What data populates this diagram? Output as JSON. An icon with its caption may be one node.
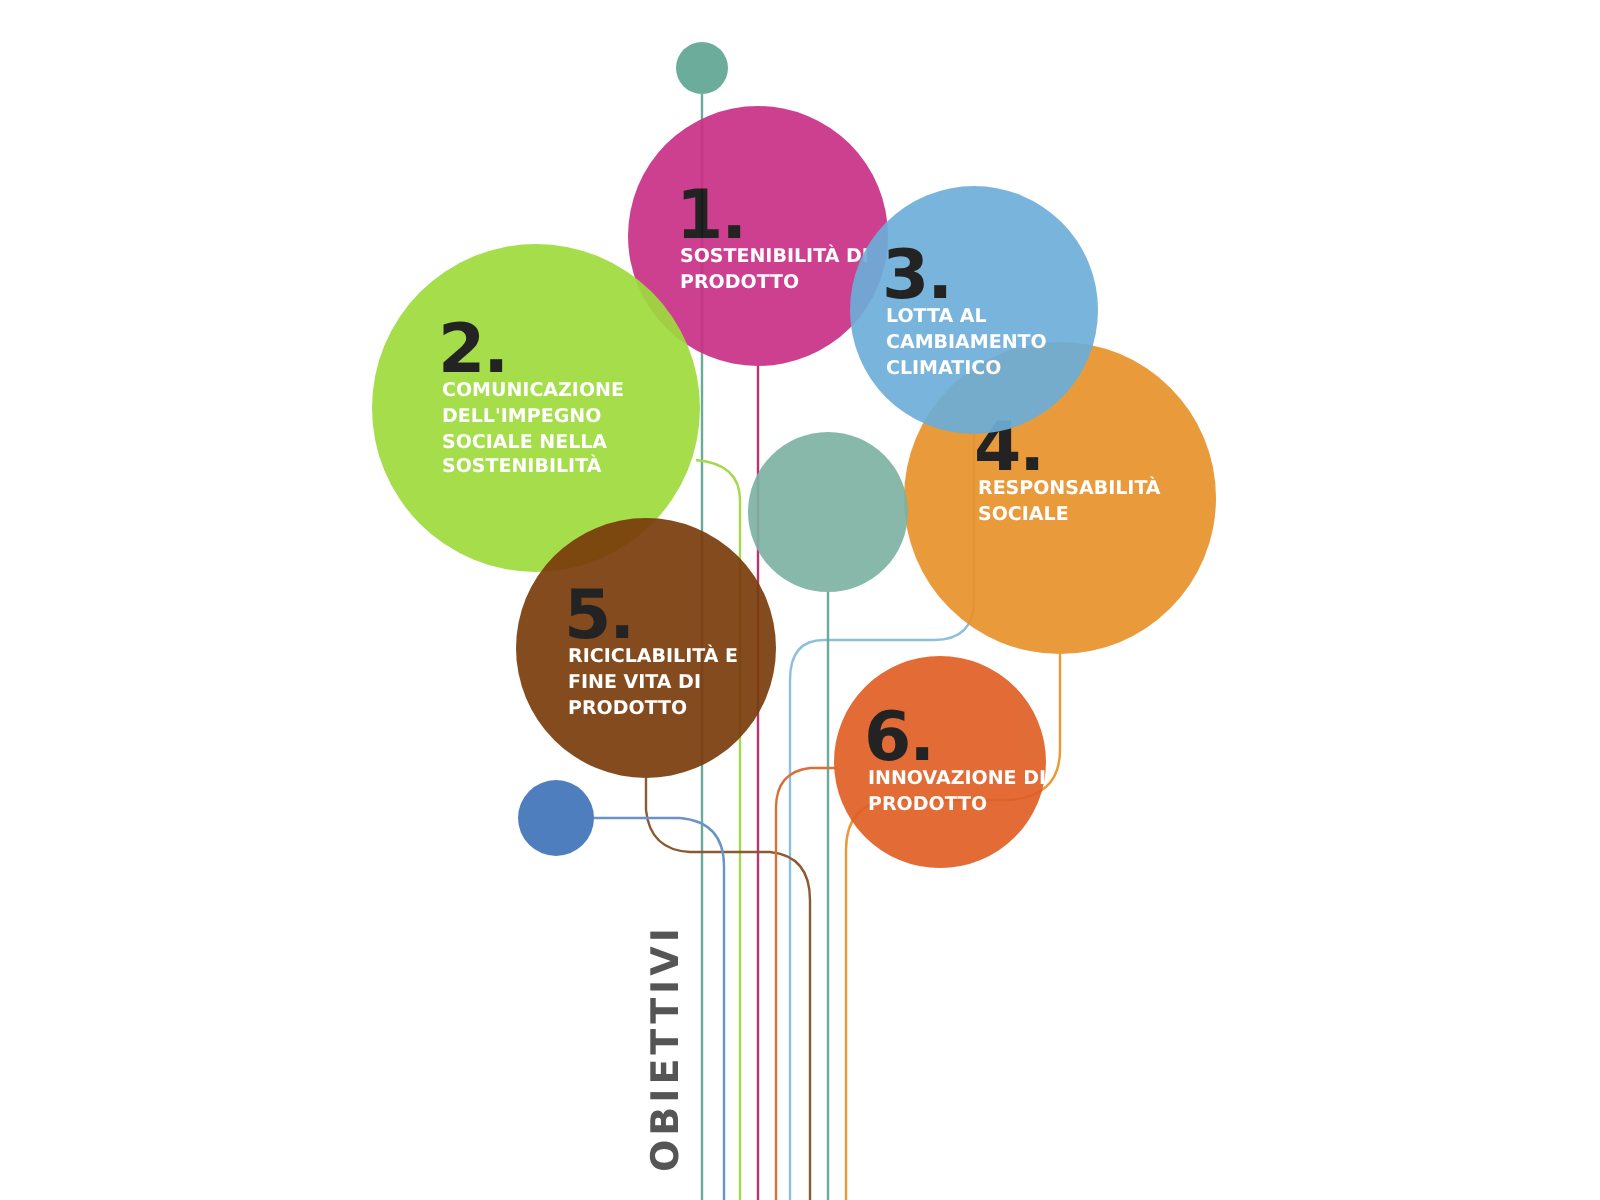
{
  "diagram": {
    "nodes": [
      {
        "text": [],
        "shape": "circle"
      },
      {
        "text": [
          "1.",
          "SOSTENIBILITÀ DI PRODOTTO"
        ]
      },
      {
        "text": [
          "2.",
          "COMUNICAZIONE DELL'IMPEGNO SOCIALE NELLA SOSTENIBILITÀ"
        ]
      },
      {
        "text": [
          "3.",
          "LOTTA AL CAMBIAMENTO CLIMATICO"
        ]
      },
      {
        "text": [],
        "shape": "circle"
      },
      {
        "text": [
          "4.",
          "RESPONSABILITÀ SOCIALE"
        ]
      },
      {
        "text": [
          "5.",
          "RICICLABILITÀ E FINE VITA DI PRODOTTO"
        ]
      },
      {
        "text": [],
        "shape": "circle"
      },
      {
        "text": [
          "6.",
          "INNOVAZIONE DI PRODOTTO"
        ]
      }
    ],
    "edges": [
      {
        "from": 0,
        "to": null,
        "arrow": "none",
        "color": "#6aaa9a"
      },
      {
        "from": 1,
        "to": null,
        "arrow": "none",
        "color": "#b8356f"
      },
      {
        "from": 2,
        "to": null,
        "arrow": "none",
        "color": "#a3d94a"
      },
      {
        "from": 3,
        "to": null,
        "arrow": "none",
        "color": "#8cc0dd"
      },
      {
        "from": 4,
        "to": null,
        "arrow": "none",
        "color": "#6aaa9a"
      },
      {
        "from": 5,
        "to": null,
        "arrow": "none",
        "color": "#e99a35"
      },
      {
        "from": 6,
        "to": null,
        "arrow": "none",
        "color": "#8a5a30"
      },
      {
        "from": 7,
        "to": null,
        "arrow": "none",
        "color": "#6b93c8"
      },
      {
        "from": 8,
        "to": null,
        "arrow": "none",
        "color": "#d9703a"
      }
    ],
    "labels": [
      "OBIETTIVI"
    ]
  }
}
